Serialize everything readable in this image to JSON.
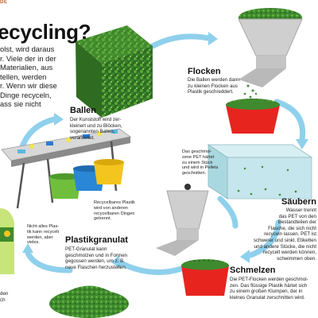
{
  "section_tag": "DE",
  "title": "ecycling?",
  "intro_lines": [
    "olst, wird daraus",
    "r. Viele der in der",
    "Materialien, aus",
    "tellen, werden",
    "r. Wenn wir diese",
    "Dinge recyceln,",
    "ass sie nicht"
  ],
  "steps": {
    "ballen": {
      "title": "Ballen",
      "text": [
        "Der Kunststoff wird zer-",
        "kleinert und zu Blöcken,",
        "sogenannten Ballen,",
        "verarbeitet."
      ]
    },
    "flocken": {
      "title": "Flocken",
      "text": [
        "Die Ballen werden dann",
        "zu kleinen Flocken aus",
        "Plastik geschreddert."
      ]
    },
    "saeubern": {
      "title": "Säubern",
      "text": [
        "Wasser trennt",
        "das PET von den",
        "Bestandteilen der",
        "Flasche, die sich nicht",
        "recyceln lassen. PET ist",
        "schwerer und sinkt. Etiketten",
        "und andere Stücke, die nicht",
        "recycelt werden können,",
        "schwimmen oben."
      ]
    },
    "schmelzen": {
      "title": "Schmelzen",
      "text": [
        "Die PET-Flocken werden geschmol-",
        "zen. Das flüssige Plastik härtet sich",
        "zu einem großen Klumpen, der in",
        "kleines Granulat zerschnitten wird."
      ]
    },
    "granulat": {
      "title": "Plastikgranulat",
      "text": [
        "PET-Granulat kann",
        "geschmolzen und in Formen",
        "gegossen werden, um z. B.",
        "neue Flaschen herzustellen."
      ]
    }
  },
  "notes": {
    "pellets": [
      "Das geschmol-",
      "zene PET härtet",
      "zu einem Stück",
      "und wird in Pellets",
      "geschnitten."
    ],
    "recyclable": [
      "Recycelbares Plastik",
      "wird von anderen",
      "recycelbaren Dingen",
      "getrennt."
    ],
    "not_all": [
      "Nicht alles Plas-",
      "tik kann recycelt",
      "werden, aber",
      "vieles."
    ],
    "bottom_left": [
      "den",
      "ch"
    ]
  },
  "colors": {
    "arrow": "#8fd0ec",
    "pot_red": "#e8241f",
    "green_dark": "#2e6b22",
    "green_light": "#6cbf45",
    "water": "#bfe4ea",
    "funnel": "#c9c9c9"
  }
}
